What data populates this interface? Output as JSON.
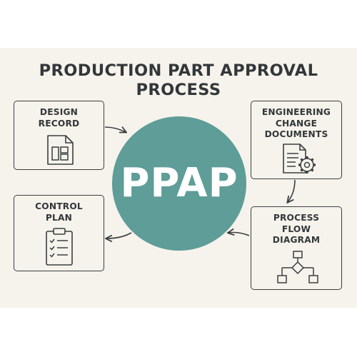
{
  "diagram": {
    "title_line1": "PRODUCTION PART APPROVAL",
    "title_line2": "PROCESS",
    "hub_label": "PPAP",
    "nodes": {
      "design_record": {
        "line1": "DESIGN",
        "line2": "RECORD",
        "icon": "document-layout-icon"
      },
      "engineering_change": {
        "line1": "ENGINEERING",
        "line2": "CHANGE",
        "line3": "DOCUMENTS",
        "icon": "document-gear-icon"
      },
      "control_plan": {
        "line1": "CONTROL",
        "line2": "PLAN",
        "icon": "clipboard-checklist-icon"
      },
      "process_flow": {
        "line1": "PROCESS",
        "line2": "FLOW",
        "line3": "DIAGRAM",
        "icon": "flowchart-icon"
      }
    },
    "colors": {
      "hub": "#5e9d98",
      "background": "#f6f3ec",
      "ink": "#33373a"
    }
  }
}
